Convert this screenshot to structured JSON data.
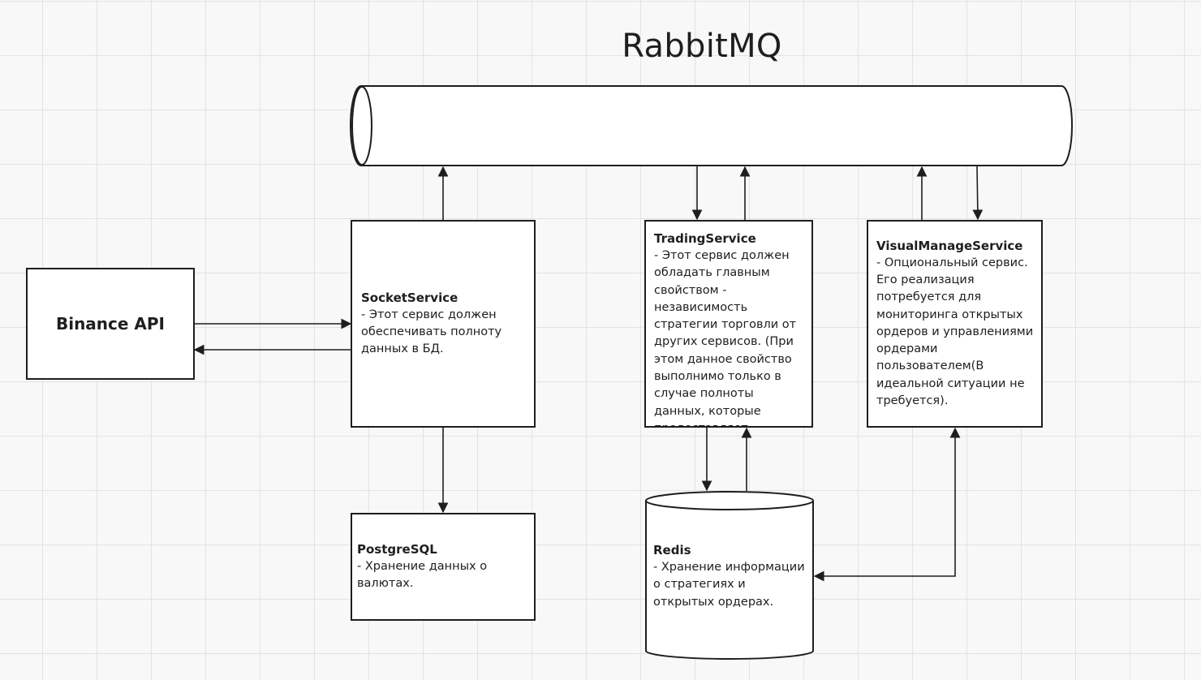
{
  "broker": {
    "title": "RabbitMQ"
  },
  "binance": {
    "name": "Binance API"
  },
  "socket_service": {
    "name": "SocketService",
    "description": "- Этот сервис должен обеспечивать полноту данных в БД."
  },
  "trading_service": {
    "name": "TradingService",
    "description": "- Этот сервис должен обладать главным свойством - независимость стратегии торговли от других сервисов. (При этом данное свойство выполнимо только в случае полноты данных, которые предоставляет"
  },
  "visual_manage_service": {
    "name": "VisualManageService",
    "description": "- Опциональный сервис. Его реализация потребуется для мониторинга открытых ордеров и управлениями ордерами пользователем(В идеальной ситуации не требуется)."
  },
  "postgresql": {
    "name": "PostgreSQL",
    "description": "- Хранение данных о валютах."
  },
  "redis": {
    "name": "Redis",
    "description": "- Хранение информации о стратегиях и открытых ордерах."
  },
  "colors": {
    "stroke": "#1e1e1e",
    "background": "#f8f8f8",
    "grid": "#e3e3e3"
  }
}
